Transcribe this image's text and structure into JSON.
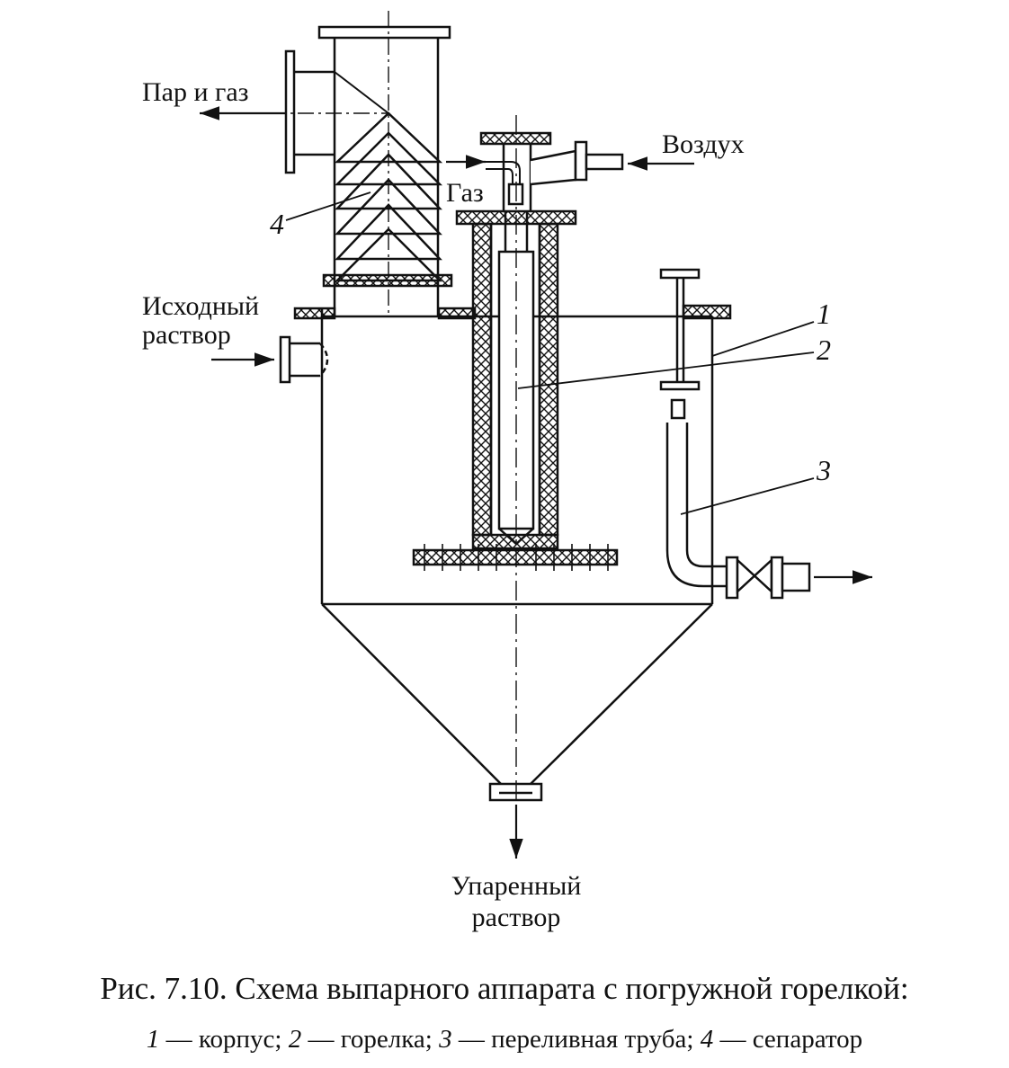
{
  "labels": {
    "steam_gas": "Пар и газ",
    "air": "Воздух",
    "gas": "Газ",
    "feed_line1": "Исходный",
    "feed_line2": "раствор",
    "product_line1": "Упаренный",
    "product_line2": "раствор",
    "n1": "1",
    "n2": "2",
    "n3": "3",
    "n4": "4"
  },
  "caption": {
    "title": "Рис. 7.10. Схема выпарного аппарата с погружной горелкой:",
    "legend": [
      {
        "num": "1",
        "text": "— корпус;"
      },
      {
        "num": "2",
        "text": "— горелка;"
      },
      {
        "num": "3",
        "text": "— переливная труба;"
      },
      {
        "num": "4",
        "text": "— сепаратор"
      }
    ]
  }
}
